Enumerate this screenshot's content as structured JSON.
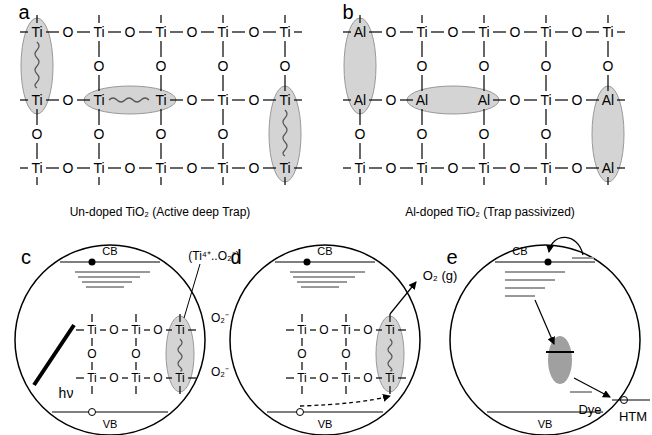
{
  "diagram": {
    "labels": [
      "a",
      "Ti",
      "O",
      "Ti",
      "O",
      "Ti",
      "O",
      "Ti",
      "O",
      "Ti",
      "O",
      "O",
      "O",
      "O",
      "Ti",
      "O",
      "Ti",
      "Ti",
      "O",
      "Ti",
      "O",
      "Ti",
      "O",
      "O",
      "O",
      "O",
      "Ti",
      "O",
      "Ti",
      "O",
      "Ti",
      "O",
      "Ti",
      "O",
      "Ti",
      "b",
      "Al",
      "O",
      "Ti",
      "O",
      "Ti",
      "O",
      "Ti",
      "O",
      "Ti",
      "O",
      "O",
      "O",
      "O",
      "Al",
      "O",
      "Al",
      "Al",
      "O",
      "Ti",
      "O",
      "Al",
      "O",
      "O",
      "O",
      "O",
      "Ti",
      "O",
      "Ti",
      "O",
      "Ti",
      "O",
      "Ti",
      "O",
      "Al",
      "Un-doped TiO₂ (Active deep Trap)",
      "Al-doped TiO₂ (Trap passivized)",
      "c",
      "CB",
      "VB",
      "(Ti⁴⁺..O₂⁻)",
      "O₂⁻",
      "O₂⁻",
      "hν",
      "Ti",
      "O",
      "Ti",
      "O",
      "Ti",
      "O",
      "O",
      "Ti",
      "O",
      "Ti",
      "O",
      "Ti",
      "d",
      "CB",
      "VB",
      "O₂ (g)",
      "Ti",
      "O",
      "Ti",
      "O",
      "Ti",
      "O",
      "O",
      "Ti",
      "O",
      "Ti",
      "O",
      "Ti",
      "e",
      "CB",
      "VB",
      "Dye",
      "HTM"
    ]
  }
}
